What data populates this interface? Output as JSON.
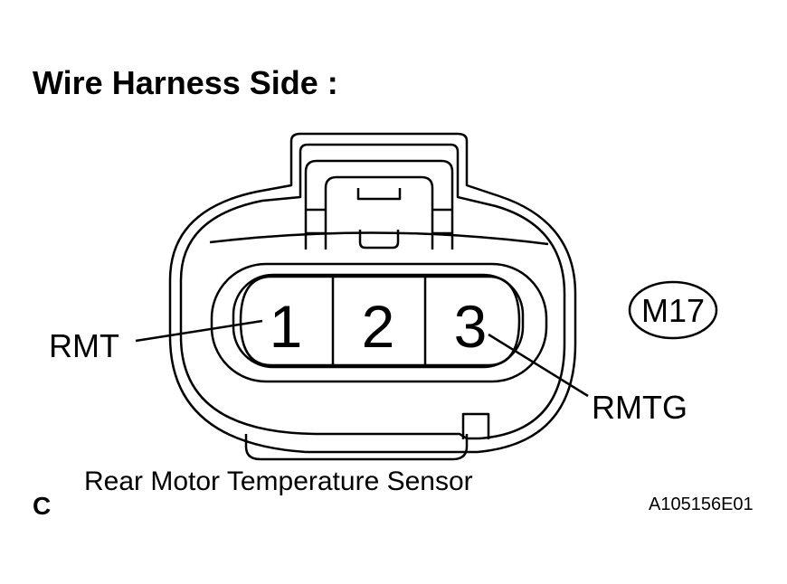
{
  "diagram": {
    "title": "Wire Harness Side :",
    "caption": "Rear Motor Temperature Sensor",
    "section_letter": "C",
    "figure_id": "A105156E01",
    "connector_id": "M17",
    "pins": [
      {
        "number": "1",
        "wire": "RMT"
      },
      {
        "number": "2",
        "wire": ""
      },
      {
        "number": "3",
        "wire": "RMTG"
      }
    ]
  }
}
